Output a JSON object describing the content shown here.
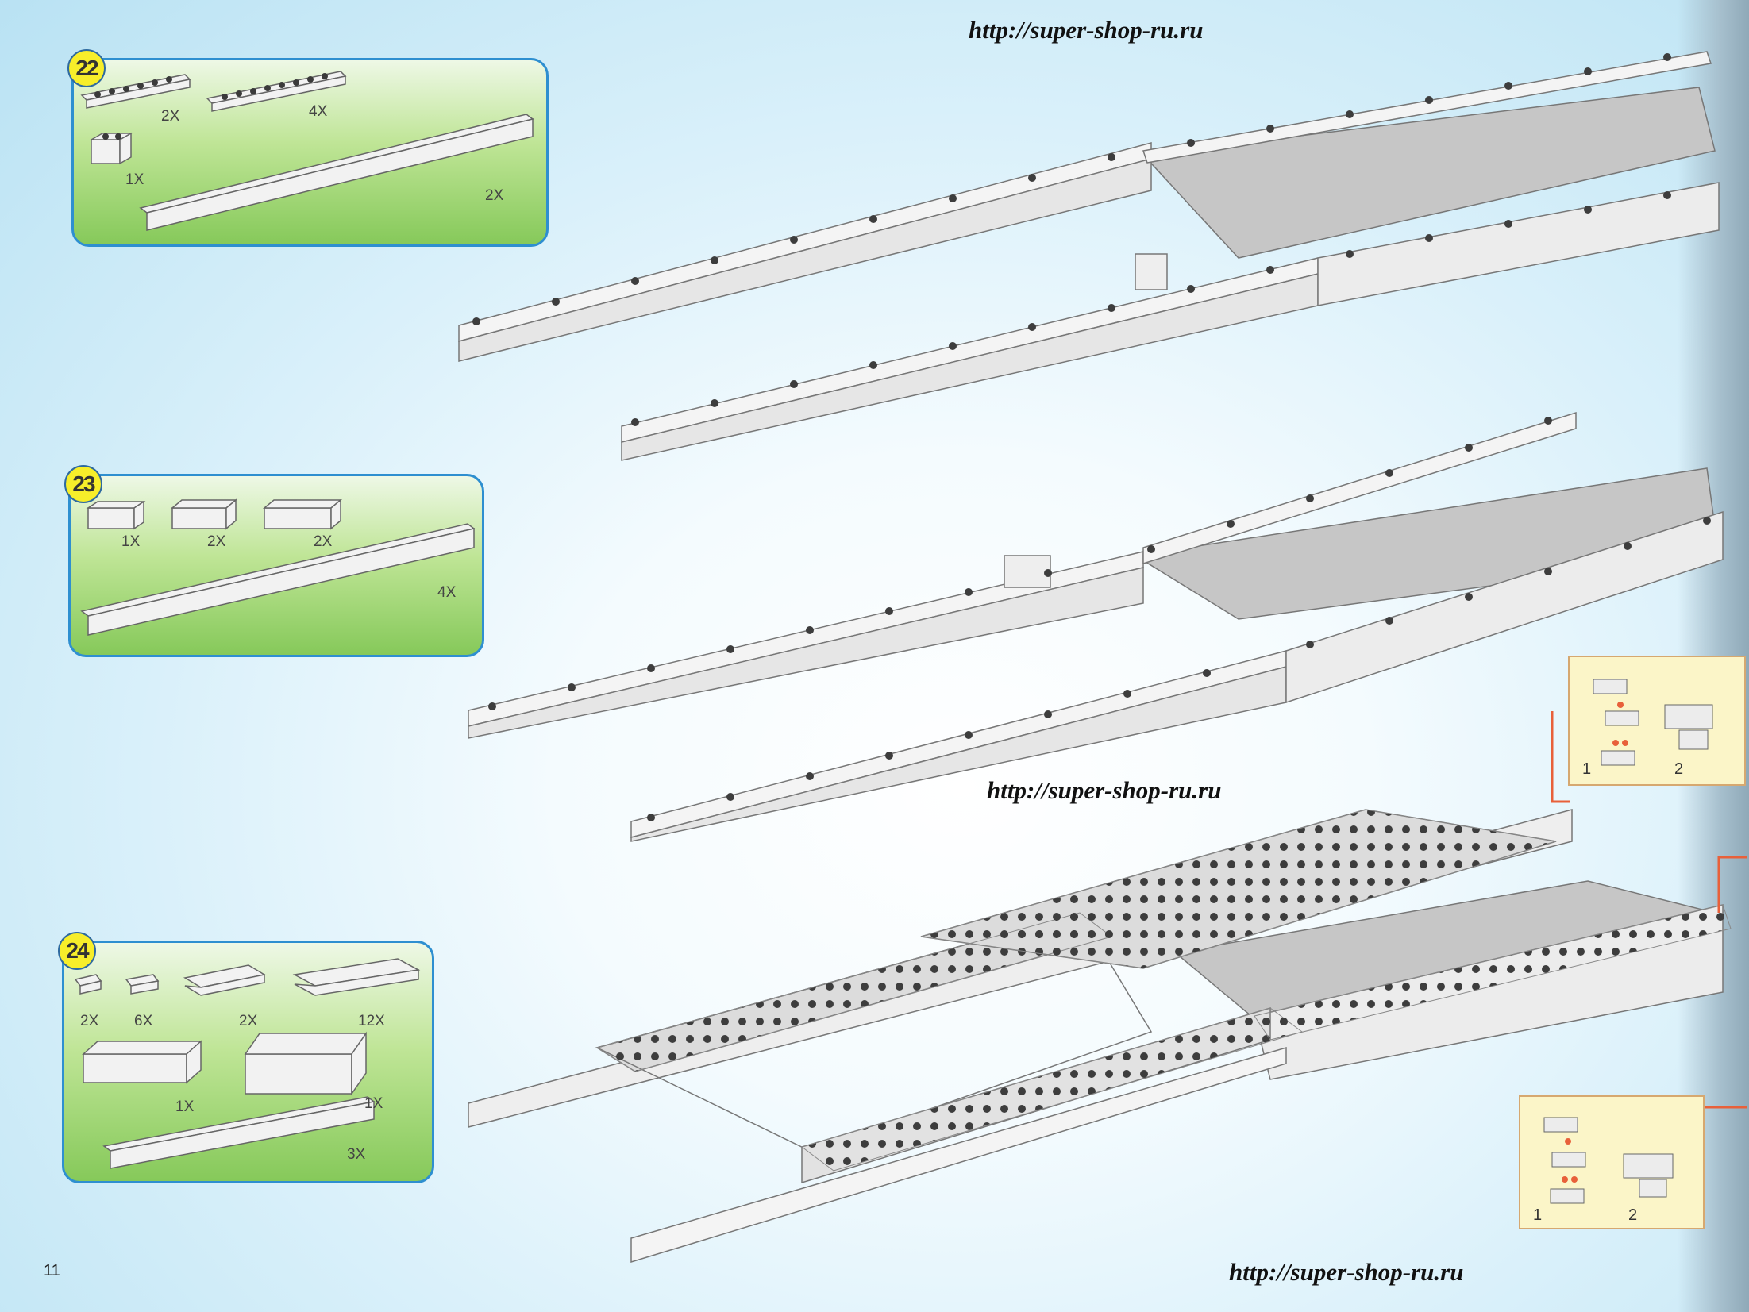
{
  "urls": [
    "http://super-shop-ru.ru",
    "http://super-shop-ru.ru",
    "http://super-shop-ru.ru"
  ],
  "page_number": "11",
  "steps": [
    {
      "number": "22",
      "quantities": [
        "2X",
        "4X",
        "1X",
        "2X"
      ]
    },
    {
      "number": "23",
      "quantities": [
        "1X",
        "2X",
        "2X",
        "4X"
      ]
    },
    {
      "number": "24",
      "quantities": [
        "2X",
        "6X",
        "2X",
        "12X",
        "1X",
        "1X",
        "3X"
      ]
    }
  ],
  "details": [
    {
      "labels": [
        "1",
        "2"
      ]
    },
    {
      "labels": [
        "1",
        "2"
      ]
    }
  ],
  "colors": {
    "frame": "#2e8fd0",
    "badge": "#f7ee2a",
    "pointer": "#e8603a",
    "detail_bg": "#fbf5c8"
  }
}
